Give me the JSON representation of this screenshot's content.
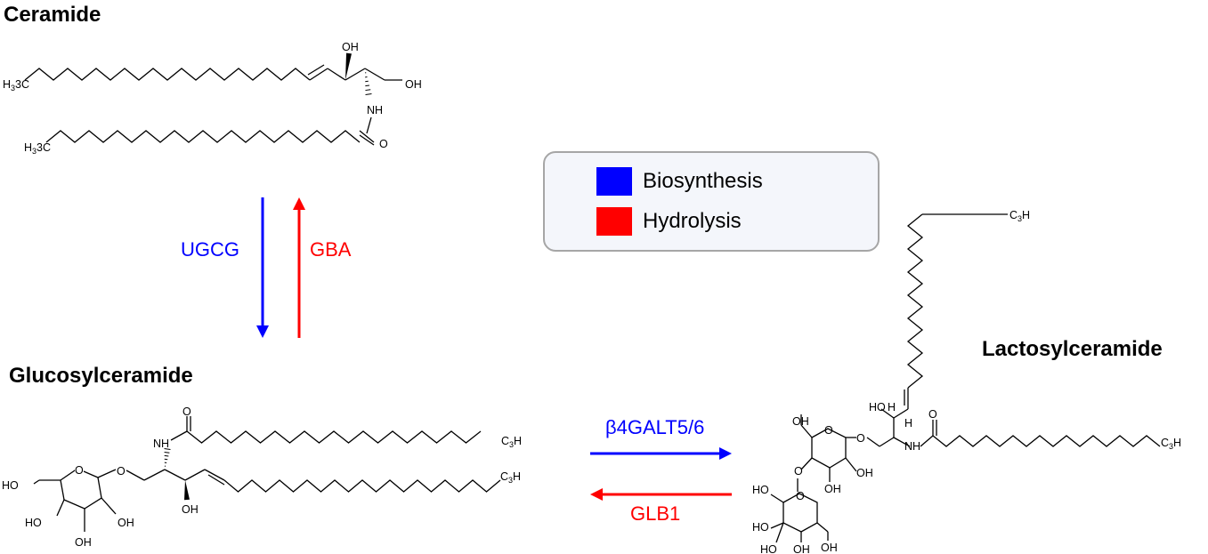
{
  "titles": {
    "ceramide": "Ceramide",
    "glucosylceramide": "Glucosylceramide",
    "lactosylceramide": "Lactosylceramide"
  },
  "enzymes": {
    "ugcg": "UGCG",
    "gba": "GBA",
    "b4galt": "β4GALT5/6",
    "glb1": "GLB1"
  },
  "legend": {
    "items": [
      {
        "label": "Biosynthesis",
        "color": "#0000ff"
      },
      {
        "label": "Hydrolysis",
        "color": "#ff0000"
      }
    ]
  },
  "colors": {
    "biosynthesis": "#0000ff",
    "hydrolysis": "#ff0000"
  },
  "atoms": {
    "oh": "OH",
    "nh": "NH",
    "o": "O",
    "ho": "HO",
    "h": "H",
    "h3c": "H3C",
    "ch3": "CH3"
  }
}
